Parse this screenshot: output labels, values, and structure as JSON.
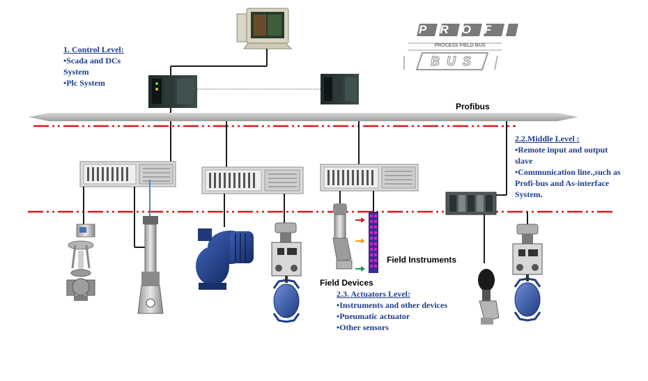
{
  "colors": {
    "level_text": "#1f3d8f",
    "divider_line": "#d81919",
    "bus_bar": "#b9b9b9",
    "equipment": "#1a1a1a"
  },
  "logo": {
    "top_word": "PROFI",
    "tagline": "PROCESS FIELD BUS",
    "bottom_word": "BUS"
  },
  "bus": {
    "label": "Profibus"
  },
  "levels": {
    "control": {
      "title": "1. Control Level:",
      "items": [
        "•Scada and DCs",
        "System",
        "•Plc System"
      ]
    },
    "middle": {
      "title": "2.2.Middle Level :",
      "items": [
        "•Remote input and output",
        "slave",
        "•Communication line.,such as",
        "Profi-bus and As-interface",
        "System."
      ]
    },
    "actuators": {
      "title": "2.3. Actuators Level:",
      "items": [
        "•Instruments and other devices",
        "•Pneumatic actuator",
        "•Other sensors"
      ]
    }
  },
  "labels": {
    "field_instruments": "Field Instruments",
    "field_devices": "Field Devices"
  },
  "icons": {
    "workstation": "computer-monitor-icon",
    "plc": "plc-module-icon",
    "io_rack": "io-rack-icon",
    "control_valve": "control-valve-icon",
    "level_sensor": "level-sensor-icon",
    "pump": "motor-pump-icon",
    "butterfly_valve": "butterfly-valve-icon",
    "indicator": "bar-indicator-icon"
  }
}
